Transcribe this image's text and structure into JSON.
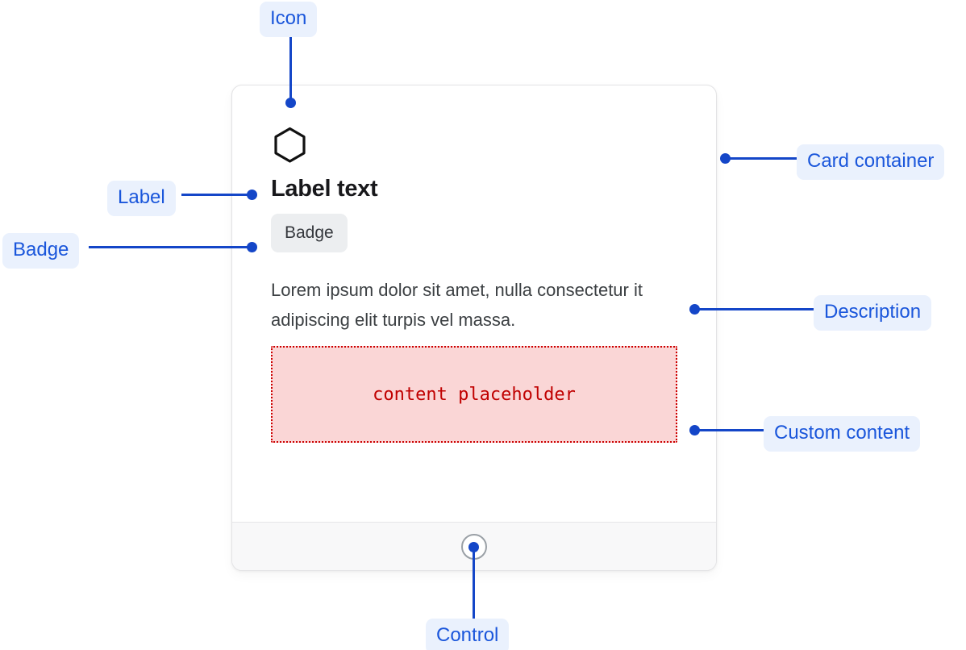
{
  "card": {
    "icon": "hexagon-icon",
    "label": "Label text",
    "badge": "Badge",
    "description": "Lorem ipsum dolor sit amet, nulla consectetur it adipiscing elit turpis vel massa.",
    "custom_content": "content placeholder",
    "footer_control": "radio-knob-icon"
  },
  "annotations": {
    "icon": "Icon",
    "card_container": "Card container",
    "label": "Label",
    "badge": "Badge",
    "description": "Description",
    "custom_content": "Custom content",
    "control": "Control"
  },
  "colors": {
    "annotation_accent": "#1446c8",
    "annotation_pill_bg": "#eaf1fd",
    "placeholder_text": "#c00000",
    "placeholder_bg": "#fad6d6",
    "placeholder_border": "#cc0000",
    "badge_bg": "#eceef0",
    "card_border": "#e3e3e5",
    "footer_bg": "#f8f8f9",
    "label_text": "#18181b",
    "description_text": "#3c4043"
  }
}
